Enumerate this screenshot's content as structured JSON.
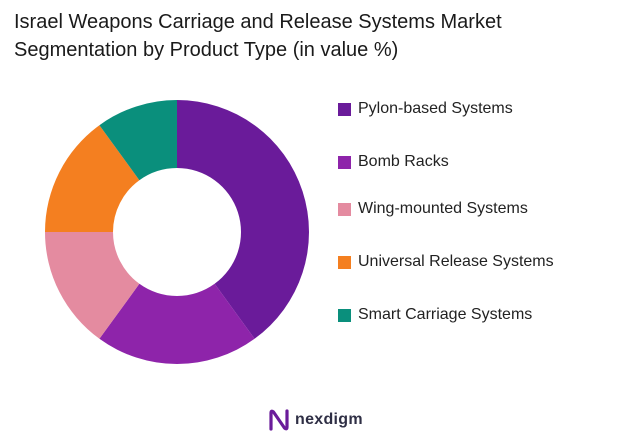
{
  "title_lines": [
    "Israel Weapons Carriage and Release Systems Market",
    "Segmentation by Product Type (in value %)"
  ],
  "chart_data": {
    "type": "pie",
    "variant": "donut",
    "title": "Israel Weapons Carriage and Release Systems Market Segmentation by Product Type (in value %)",
    "unit": "%",
    "legend_position": "right",
    "series": [
      {
        "name": "Pylon-based Systems",
        "value": 40,
        "color": "#6a1b9a"
      },
      {
        "name": "Bomb Racks",
        "value": 20,
        "color": "#8e24aa"
      },
      {
        "name": "Wing-mounted Systems",
        "value": 15,
        "color": "#e48ba0"
      },
      {
        "name": "Universal Release Systems",
        "value": 15,
        "color": "#f47f20"
      },
      {
        "name": "Smart Carriage Systems",
        "value": 10,
        "color": "#0a8f7c"
      }
    ]
  },
  "branding": {
    "logo_text": "nexdigm",
    "logo_color": "#6a1b9a"
  }
}
